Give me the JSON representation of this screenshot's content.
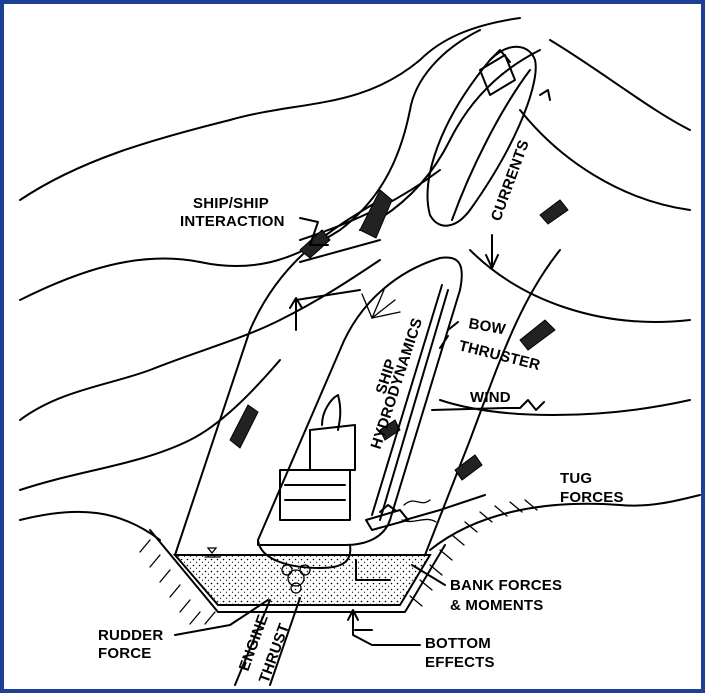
{
  "labels": {
    "ship_ship_line1": "SHIP/SHIP",
    "ship_ship_line2": "INTERACTION",
    "currents": "CURRENTS",
    "ship_line1": "SHIP",
    "ship_line2": "HYDRODYNAMICS",
    "bow_line1": "BOW",
    "bow_line2": "THRUSTER",
    "wind": "WIND",
    "tug_line1": "TUG",
    "tug_line2": "FORCES",
    "bank_line1": "BANK FORCES",
    "bank_line2": "& MOMENTS",
    "rudder_line1": "RUDDER",
    "rudder_line2": "FORCE",
    "bottom_line1": "BOTTOM",
    "bottom_line2": "EFFECTS",
    "engine_line1": "ENGINE",
    "engine_line2": "THRUST"
  },
  "colors": {
    "frame": "#1d3f95",
    "ink": "#000000",
    "background": "#ffffff"
  }
}
